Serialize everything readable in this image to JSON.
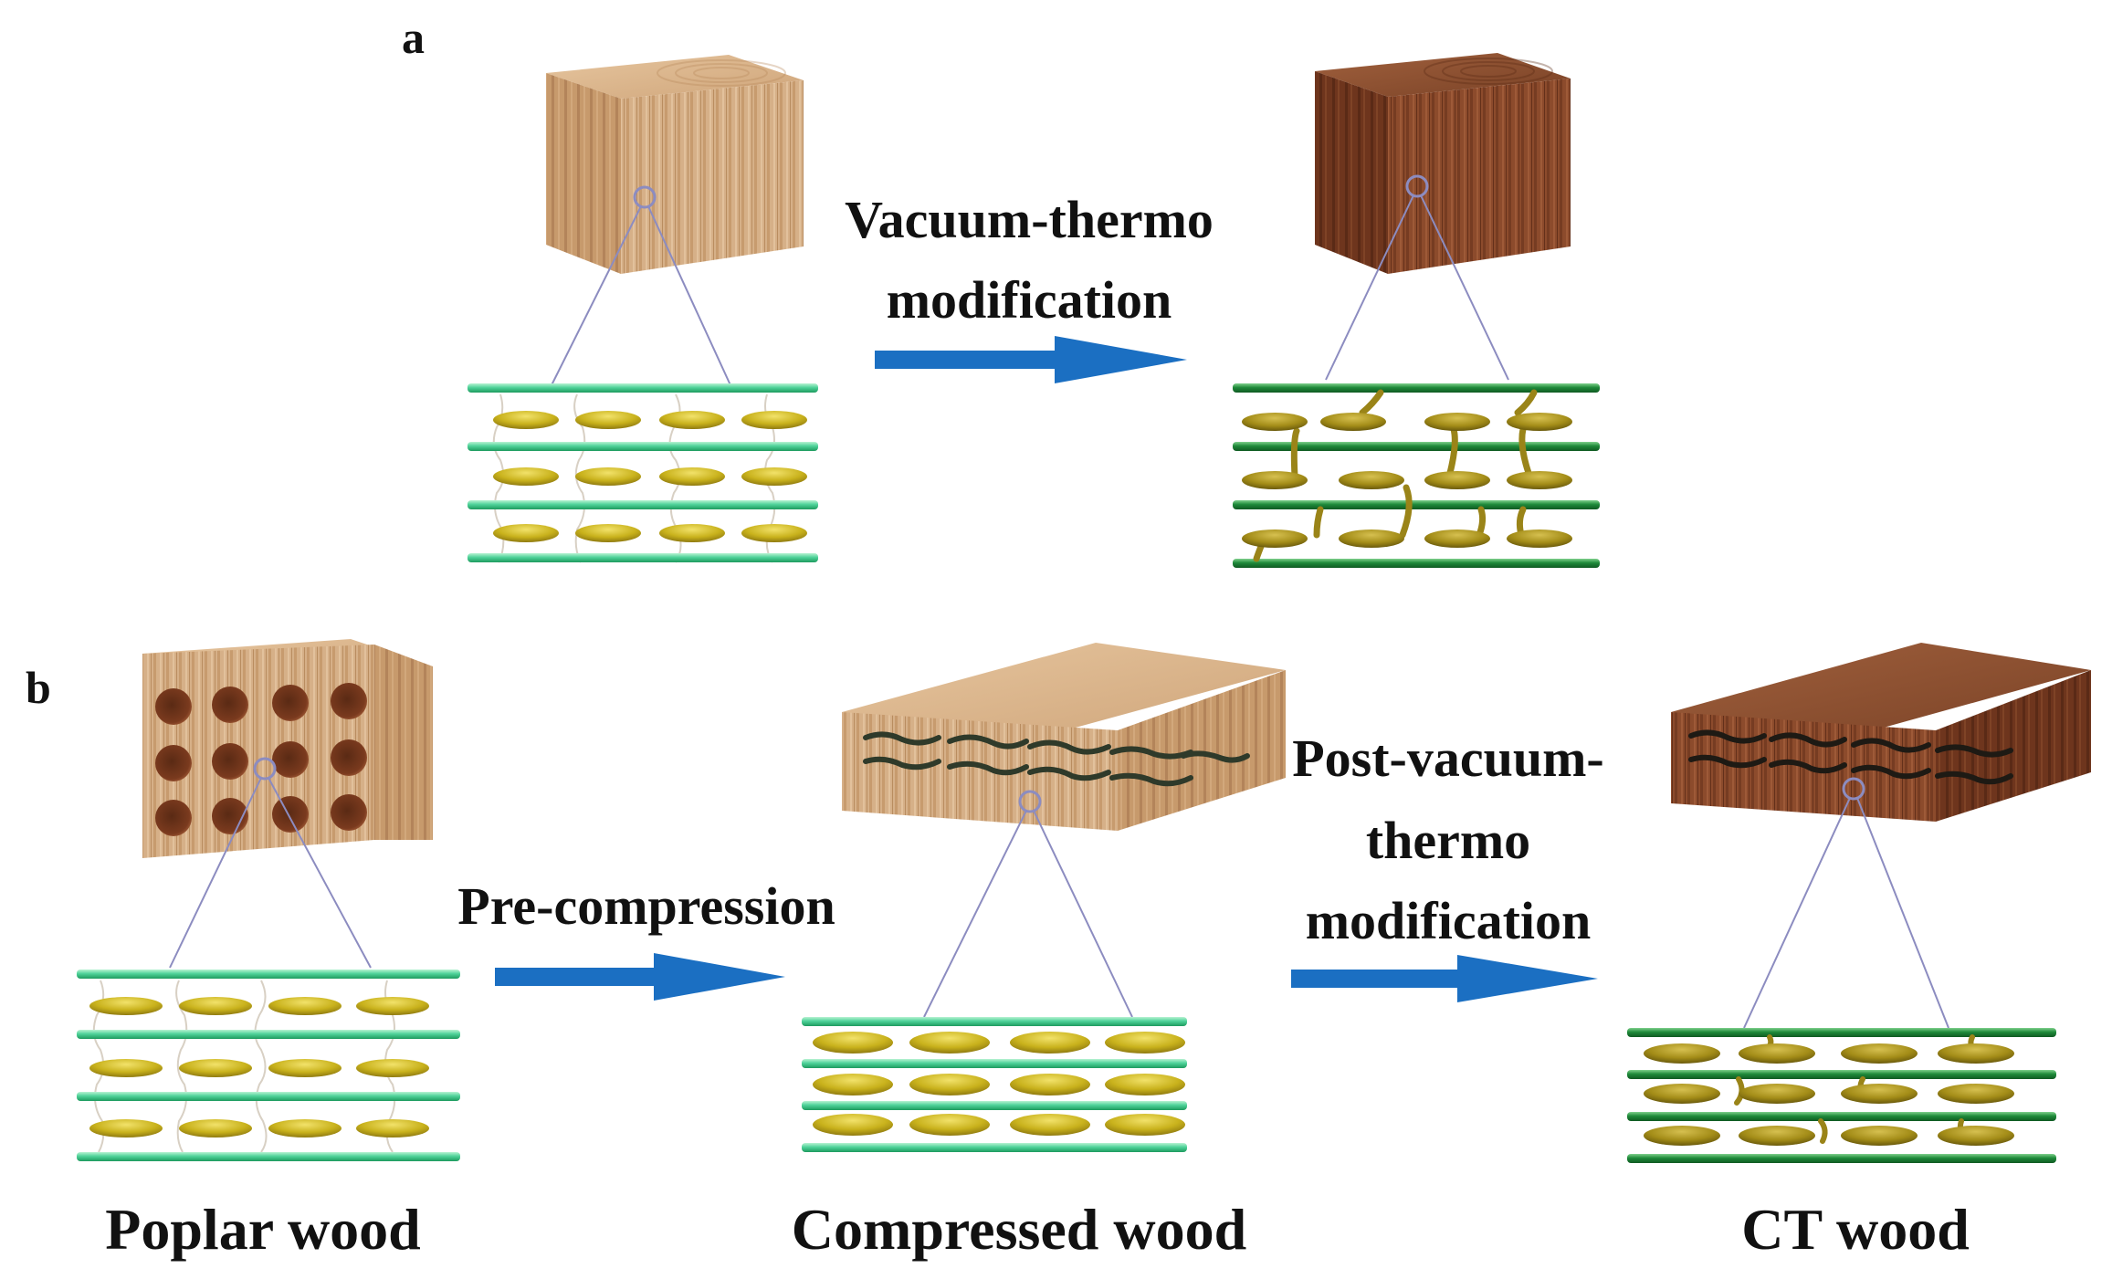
{
  "panel_a": {
    "label": "a",
    "process_line1": "Vacuum-thermo",
    "process_line2": "modification"
  },
  "panel_b": {
    "label": "b",
    "step1": "Pre-compression",
    "step2_line1": "Post-vacuum-",
    "step2_line2": "thermo",
    "step2_line3": "modification",
    "sample1": "Poplar wood",
    "sample2": "Compressed wood",
    "sample3": "CT wood"
  },
  "colors": {
    "arrow": "#1b6fc2",
    "fiber_light": "#4fd39a",
    "fiber_dark": "#1f8a3a",
    "ellipse": "#c9b21c",
    "ellipse_dark": "#8f7a10",
    "wood_light": "#d9b48a",
    "wood_dark": "#7a4025",
    "zoom_line": "#8c8cc0"
  }
}
